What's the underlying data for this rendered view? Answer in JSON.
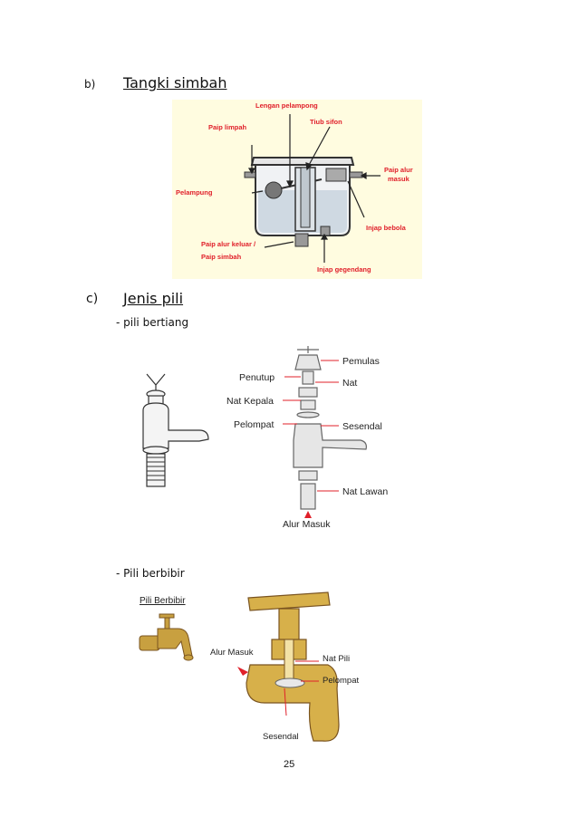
{
  "section_b": {
    "marker": "b)",
    "title": "Tangki simbah"
  },
  "tank_diagram": {
    "labels": {
      "lengan_pelampong": "Lengan pelampong",
      "tiub_sifon": "Tiub sifon",
      "paip_limpah": "Paip limpah",
      "paip_alur_masuk_1": "Paip alur",
      "paip_alur_masuk_2": "masuk",
      "pelampung": "Pelampung",
      "injap_bebola": "Injap bebola",
      "paip_alur_keluar_1": "Paip alur keluar /",
      "paip_alur_keluar_2": "Paip simbah",
      "injap_gegendang": "Injap gegendang"
    }
  },
  "section_c": {
    "marker": "c)",
    "title": "Jenis pili",
    "item1": "-   pili bertiang",
    "item2": "-   Pili berbibir"
  },
  "pili_bertiang_diagram": {
    "labels": {
      "pemulas": "Pemulas",
      "penutup": "Penutup",
      "nat": "Nat",
      "nat_kepala": "Nat Kepala",
      "pelompat": "Pelompat",
      "sesendal": "Sesendal",
      "nat_lawan": "Nat Lawan",
      "alur_masuk": "Alur Masuk"
    }
  },
  "pili_berbibir_diagram": {
    "caption": "Pili Berbibir",
    "labels": {
      "alur_masuk": "Alur Masuk",
      "nat_pili": "Nat Pili",
      "pelompat": "Pelompat",
      "sesendal": "Sesendal"
    }
  },
  "footer": {
    "page_number": "25"
  },
  "colors": {
    "label_red": "#e0202a",
    "brass": "#c8a040",
    "tank_bg": "#fffce0"
  }
}
